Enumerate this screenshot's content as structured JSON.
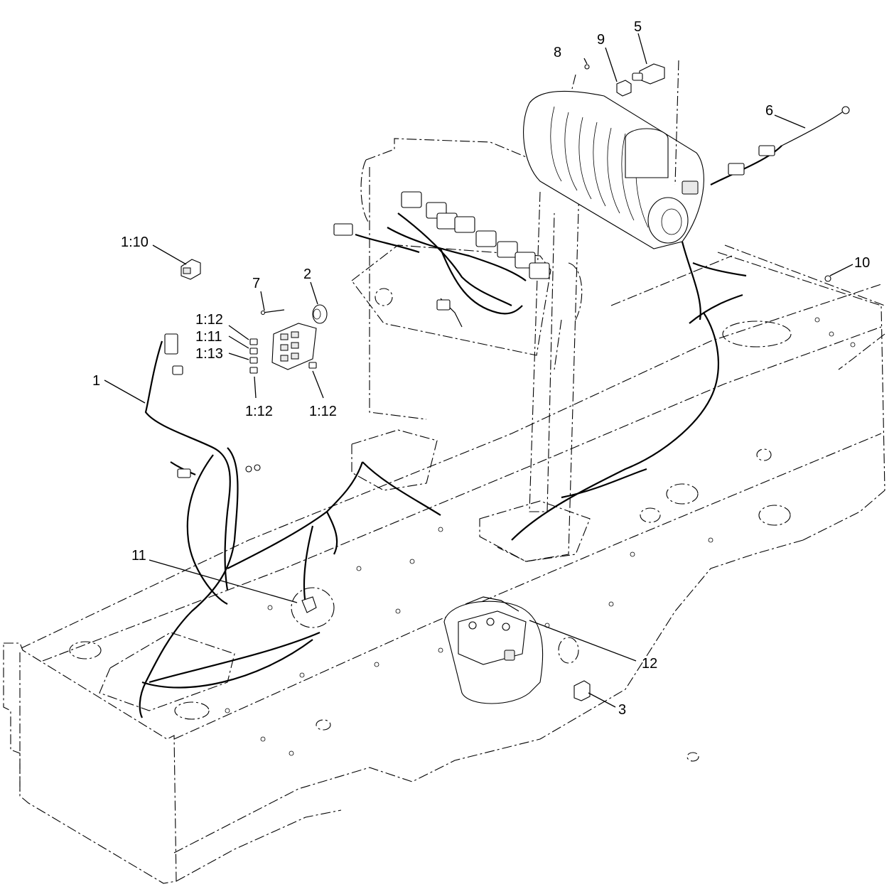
{
  "diagram": {
    "callouts": {
      "c1": "1",
      "c1_10": "1:10",
      "c1_11": "1:11",
      "c1_12a": "1:12",
      "c1_12b": "1:12",
      "c1_12c": "1:12",
      "c1_13": "1:13",
      "c2": "2",
      "c3": "3",
      "c5": "5",
      "c6": "6",
      "c7": "7",
      "c8": "8",
      "c9": "9",
      "c10": "10",
      "c11": "11",
      "c12": "12"
    },
    "line_color": "#000000",
    "background": "#ffffff"
  }
}
